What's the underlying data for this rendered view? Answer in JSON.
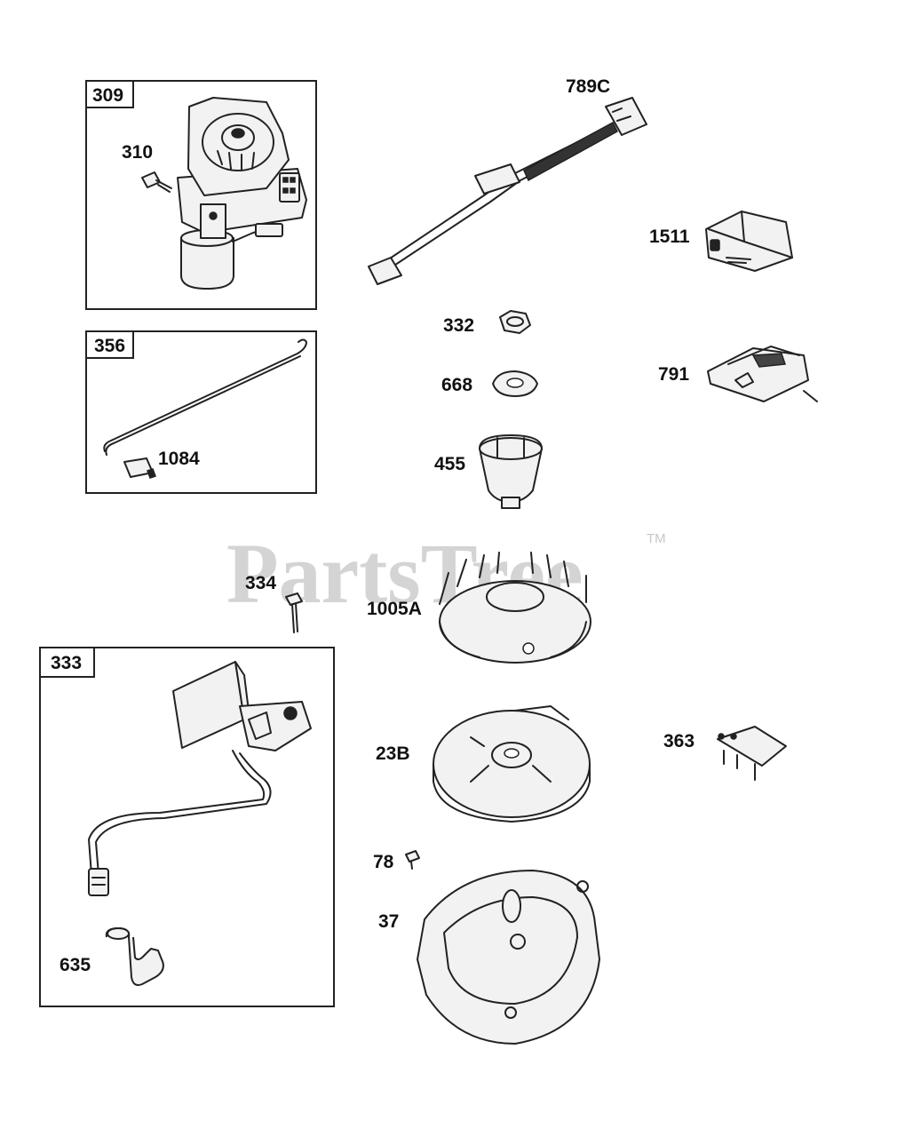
{
  "watermark": {
    "text": "PartsTree",
    "trademark": "TM"
  },
  "boxes": {
    "box_309": "309",
    "box_356": "356",
    "box_333": "333"
  },
  "labels": {
    "p310": "310",
    "p789c": "789C",
    "p1511": "1511",
    "p332": "332",
    "p668": "668",
    "p791": "791",
    "p455": "455",
    "p1084": "1084",
    "p334": "334",
    "p1005a": "1005A",
    "p23b": "23B",
    "p363": "363",
    "p78": "78",
    "p37": "37",
    "p635": "635"
  }
}
